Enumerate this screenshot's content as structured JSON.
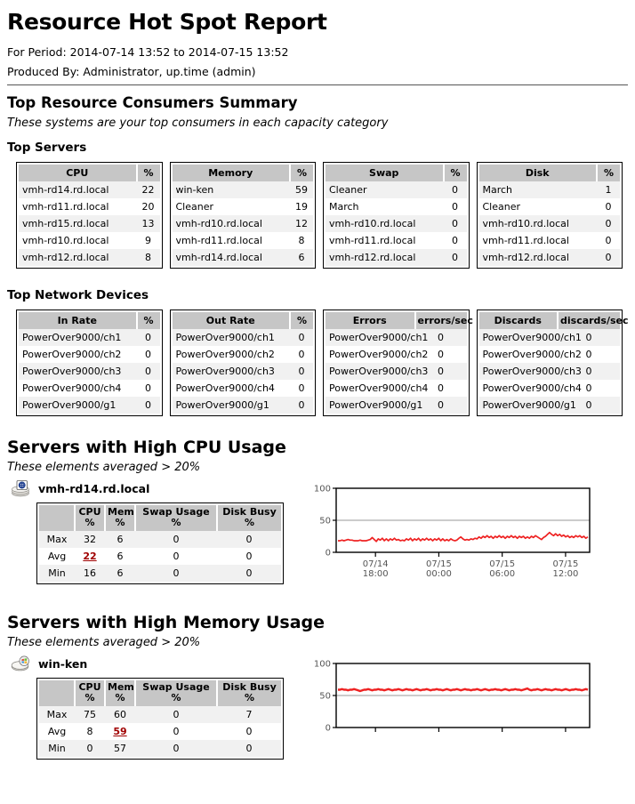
{
  "report": {
    "title": "Resource Hot Spot Report",
    "period_label": "For Period: 2014-07-14 13:52 to 2014-07-15 13:52",
    "produced_by_label": "Produced By: Administrator, up.time (admin)"
  },
  "summary": {
    "heading": "Top Resource Consumers Summary",
    "subtitle": "These systems are your top consumers in each capacity category",
    "servers_heading": "Top Servers",
    "network_heading": "Top Network Devices",
    "server_tables": [
      {
        "name_header": "CPU",
        "value_header": "%",
        "rows": [
          {
            "name": "vmh-rd14.rd.local",
            "value": "22"
          },
          {
            "name": "vmh-rd11.rd.local",
            "value": "20"
          },
          {
            "name": "vmh-rd15.rd.local",
            "value": "13"
          },
          {
            "name": "vmh-rd10.rd.local",
            "value": "9"
          },
          {
            "name": "vmh-rd12.rd.local",
            "value": "8"
          }
        ]
      },
      {
        "name_header": "Memory",
        "value_header": "%",
        "rows": [
          {
            "name": "win-ken",
            "value": "59"
          },
          {
            "name": "Cleaner",
            "value": "19"
          },
          {
            "name": "vmh-rd10.rd.local",
            "value": "12"
          },
          {
            "name": "vmh-rd11.rd.local",
            "value": "8"
          },
          {
            "name": "vmh-rd14.rd.local",
            "value": "6"
          }
        ]
      },
      {
        "name_header": "Swap",
        "value_header": "%",
        "rows": [
          {
            "name": "Cleaner",
            "value": "0"
          },
          {
            "name": "March",
            "value": "0"
          },
          {
            "name": "vmh-rd10.rd.local",
            "value": "0"
          },
          {
            "name": "vmh-rd11.rd.local",
            "value": "0"
          },
          {
            "name": "vmh-rd12.rd.local",
            "value": "0"
          }
        ]
      },
      {
        "name_header": "Disk",
        "value_header": "%",
        "rows": [
          {
            "name": "March",
            "value": "1"
          },
          {
            "name": "Cleaner",
            "value": "0"
          },
          {
            "name": "vmh-rd10.rd.local",
            "value": "0"
          },
          {
            "name": "vmh-rd11.rd.local",
            "value": "0"
          },
          {
            "name": "vmh-rd12.rd.local",
            "value": "0"
          }
        ]
      }
    ],
    "network_tables": [
      {
        "name_header": "In Rate",
        "value_header": "%",
        "rows": [
          {
            "name": "PowerOver9000/ch1",
            "value": "0"
          },
          {
            "name": "PowerOver9000/ch2",
            "value": "0"
          },
          {
            "name": "PowerOver9000/ch3",
            "value": "0"
          },
          {
            "name": "PowerOver9000/ch4",
            "value": "0"
          },
          {
            "name": "PowerOver9000/g1",
            "value": "0"
          }
        ]
      },
      {
        "name_header": "Out Rate",
        "value_header": "%",
        "rows": [
          {
            "name": "PowerOver9000/ch1",
            "value": "0"
          },
          {
            "name": "PowerOver9000/ch2",
            "value": "0"
          },
          {
            "name": "PowerOver9000/ch3",
            "value": "0"
          },
          {
            "name": "PowerOver9000/ch4",
            "value": "0"
          },
          {
            "name": "PowerOver9000/g1",
            "value": "0"
          }
        ]
      },
      {
        "name_header": "Errors",
        "value_header": "errors/sec",
        "rows": [
          {
            "name": "PowerOver9000/ch1",
            "value": "0"
          },
          {
            "name": "PowerOver9000/ch2",
            "value": "0"
          },
          {
            "name": "PowerOver9000/ch3",
            "value": "0"
          },
          {
            "name": "PowerOver9000/ch4",
            "value": "0"
          },
          {
            "name": "PowerOver9000/g1",
            "value": "0"
          }
        ]
      },
      {
        "name_header": "Discards",
        "value_header": "discards/sec",
        "rows": [
          {
            "name": "PowerOver9000/ch1",
            "value": "0"
          },
          {
            "name": "PowerOver9000/ch2",
            "value": "0"
          },
          {
            "name": "PowerOver9000/ch3",
            "value": "0"
          },
          {
            "name": "PowerOver9000/ch4",
            "value": "0"
          },
          {
            "name": "PowerOver9000/g1",
            "value": "0"
          }
        ]
      }
    ]
  },
  "cpu_section": {
    "heading": "Servers with High CPU Usage",
    "subtitle": "These elements averaged > 20%",
    "host": "vmh-rd14.rd.local",
    "host_icon": "vmware-server-icon",
    "columns": [
      {
        "label": "",
        "unit": ""
      },
      {
        "label": "CPU",
        "unit": "%"
      },
      {
        "label": "Mem",
        "unit": "%"
      },
      {
        "label": "Swap Usage",
        "unit": "%"
      },
      {
        "label": "Disk Busy",
        "unit": "%"
      }
    ],
    "rows": [
      {
        "label": "Max",
        "cpu": "32",
        "mem": "6",
        "swap": "0",
        "disk": "0",
        "highlight": ""
      },
      {
        "label": "Avg",
        "cpu": "22",
        "mem": "6",
        "swap": "0",
        "disk": "0",
        "highlight": "cpu"
      },
      {
        "label": "Min",
        "cpu": "16",
        "mem": "6",
        "swap": "0",
        "disk": "0",
        "highlight": ""
      }
    ]
  },
  "memory_section": {
    "heading": "Servers with High Memory Usage",
    "subtitle": "These elements averaged > 20%",
    "host": "win-ken",
    "host_icon": "windows-server-icon",
    "columns": [
      {
        "label": "",
        "unit": ""
      },
      {
        "label": "CPU",
        "unit": "%"
      },
      {
        "label": "Mem",
        "unit": "%"
      },
      {
        "label": "Swap Usage",
        "unit": "%"
      },
      {
        "label": "Disk Busy",
        "unit": "%"
      }
    ],
    "rows": [
      {
        "label": "Max",
        "cpu": "75",
        "mem": "60",
        "swap": "0",
        "disk": "7",
        "highlight": ""
      },
      {
        "label": "Avg",
        "cpu": "8",
        "mem": "59",
        "swap": "0",
        "disk": "0",
        "highlight": "mem"
      },
      {
        "label": "Min",
        "cpu": "0",
        "mem": "57",
        "swap": "0",
        "disk": "0",
        "highlight": ""
      }
    ]
  },
  "colors": {
    "series_line": "#ee2222",
    "gridline": "#999999",
    "header_bg": "#c6c6c6",
    "row_alt_bg": "#f1f1f1",
    "hot_value": "#a00000"
  },
  "chart_data": [
    {
      "type": "line",
      "name": "cpu-usage-chart",
      "title": "",
      "xlabel": "",
      "ylabel": "",
      "ylim": [
        0,
        100
      ],
      "yticks": [
        0,
        50,
        100
      ],
      "grid": true,
      "legend": "none",
      "xticklabels": [
        "07/14\n18:00",
        "07/15\n00:00",
        "07/15\n06:00",
        "07/15\n12:00"
      ],
      "xtick_dates": [
        "07/14",
        "07/15",
        "07/15",
        "07/15"
      ],
      "xtick_times": [
        "18:00",
        "00:00",
        "06:00",
        "12:00"
      ],
      "series": [
        {
          "name": "CPU %",
          "color": "#ee2222",
          "values": [
            18,
            18,
            19,
            18,
            19,
            20,
            19,
            19,
            18,
            18,
            18,
            19,
            18,
            18,
            18,
            19,
            20,
            23,
            20,
            17,
            21,
            19,
            22,
            18,
            21,
            18,
            21,
            19,
            22,
            19,
            20,
            18,
            19,
            18,
            21,
            19,
            22,
            18,
            21,
            19,
            22,
            18,
            21,
            19,
            22,
            19,
            21,
            18,
            21,
            19,
            22,
            18,
            21,
            18,
            20,
            18,
            21,
            19,
            18,
            19,
            22,
            24,
            21,
            19,
            20,
            19,
            21,
            20,
            22,
            21,
            24,
            22,
            25,
            23,
            26,
            23,
            25,
            22,
            25,
            23,
            26,
            23,
            25,
            22,
            25,
            23,
            26,
            23,
            25,
            22,
            25,
            23,
            25,
            22,
            24,
            22,
            25,
            23,
            26,
            24,
            22,
            20,
            23,
            25,
            28,
            31,
            28,
            26,
            29,
            26,
            28,
            25,
            27,
            24,
            26,
            23,
            25,
            23,
            26,
            24,
            26,
            23,
            25,
            22,
            24
          ]
        }
      ]
    },
    {
      "type": "line",
      "name": "memory-usage-chart",
      "title": "",
      "xlabel": "",
      "ylabel": "",
      "ylim": [
        0,
        100
      ],
      "yticks": [
        0,
        50,
        100
      ],
      "grid": true,
      "legend": "none",
      "xticklabels": [],
      "series": [
        {
          "name": "Memory %",
          "color": "#ee2222",
          "values": [
            59,
            59,
            60,
            59,
            59,
            58,
            59,
            59,
            60,
            59,
            58,
            57,
            58,
            59,
            59,
            60,
            59,
            58,
            59,
            59,
            60,
            59,
            59,
            58,
            59,
            60,
            59,
            58,
            59,
            59,
            60,
            59,
            58,
            59,
            60,
            59,
            59,
            58,
            59,
            60,
            59,
            58,
            59,
            59,
            60,
            59,
            58,
            59,
            59,
            60,
            59,
            59,
            58,
            59,
            60,
            59,
            58,
            59,
            59,
            60,
            59,
            58,
            59,
            60,
            59,
            59,
            58,
            59,
            59,
            60,
            59,
            58,
            59,
            60,
            59,
            58,
            59,
            59,
            60,
            59,
            59,
            58,
            59,
            60,
            59,
            58,
            59,
            59,
            60,
            59,
            59,
            58,
            59,
            60,
            61,
            59,
            58,
            59,
            59,
            60,
            59,
            58,
            59,
            60,
            59,
            59,
            58,
            59,
            60,
            59,
            59,
            58,
            59,
            60,
            59,
            58,
            59,
            59,
            60,
            59,
            59,
            58,
            59,
            60,
            59
          ]
        }
      ]
    }
  ]
}
